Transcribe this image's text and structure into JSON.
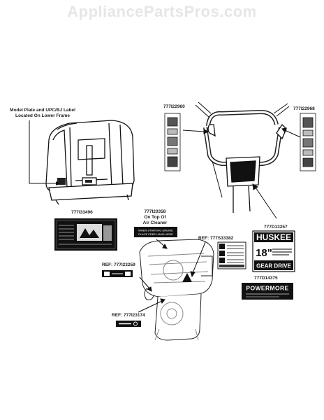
{
  "watermark": "AppliancePartsPros.com",
  "labels": {
    "model_plate_line1": "Model Plate and UPC/BJ Label",
    "model_plate_line2": "Located On Lower Frame",
    "part_777I22960": "777I22960",
    "part_777I22968": "777I22968",
    "part_777I33496": "777I33496",
    "part_777I20358": "777I20358",
    "on_top_of": "On Top Of",
    "air_cleaner": "Air Cleaner",
    "ref_777S33382": "REF: 777S33382",
    "part_777D13257": "777D13257",
    "ref_777I23259": "REF: 777I23259",
    "part_777D14375": "777D14375",
    "ref_777I23174": "REF: 777I23174"
  },
  "decals": {
    "air_cleaner_line1": "WHEN STARTING ENGINE",
    "air_cleaner_line2": "PLACE FREE HAND HERE",
    "huskee_brand": "HUSKEE",
    "huskee_size": "18\"",
    "huskee_gear": "GEAR DRIVE",
    "powermore": "POWERMORE"
  }
}
